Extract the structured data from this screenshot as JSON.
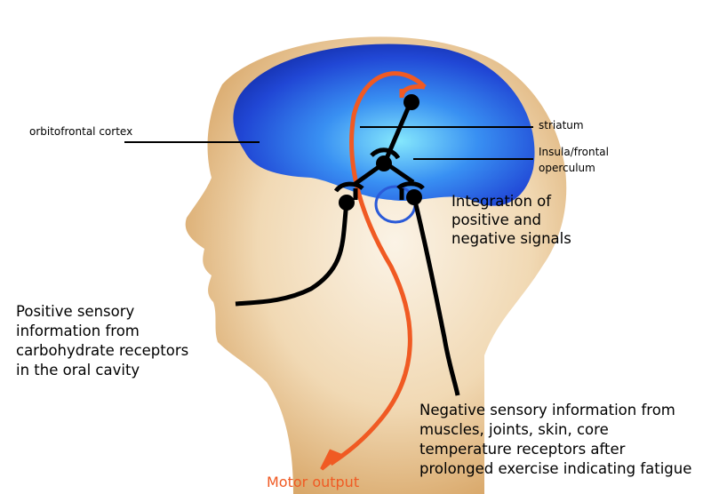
{
  "labels": {
    "orbitofrontal": "orbitofrontal  cortex",
    "striatum": "striatum",
    "insula_line1": "Insula/frontal",
    "insula_line2": "operculum",
    "integration": [
      "Integration of",
      "positive and",
      "negative signals"
    ],
    "positive": [
      "Positive sensory",
      "information from",
      "carbohydrate receptors",
      "in the oral cavity"
    ],
    "negative": [
      "Negative sensory information from",
      "muscles, joints, skin, core",
      "temperature receptors after",
      "prolonged exercise indicating fatigue"
    ],
    "motor": "Motor output"
  },
  "colors": {
    "motor": "#f05a23",
    "brain": "#1a4fe0",
    "skin": "#e8c69a",
    "neuron": "#000000"
  }
}
